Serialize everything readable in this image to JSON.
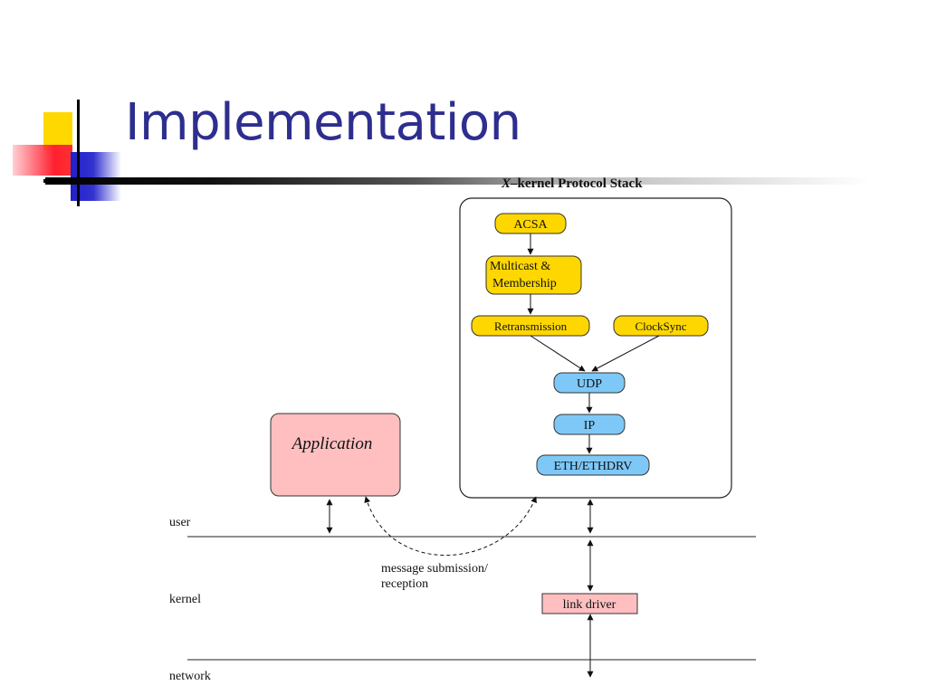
{
  "slide": {
    "title": "Implementation"
  },
  "diagram": {
    "stack_title_prefix": "X",
    "stack_title_rest": "–kernel Protocol Stack",
    "nodes": {
      "acsa": "ACSA",
      "multicast_line1": "Multicast &",
      "multicast_line2": "Membership",
      "retransmission": "Retransmission",
      "clocksync": "ClockSync",
      "udp": "UDP",
      "ip": "IP",
      "eth": "ETH/ETHDRV",
      "application": "Application",
      "link_driver": "link driver"
    },
    "layers": {
      "user": "user",
      "kernel": "kernel",
      "network": "network"
    },
    "annotation_line1": "message submission/",
    "annotation_line2": "reception"
  },
  "colors": {
    "title": "#2e2e8f",
    "yellow_node": "#ffd700",
    "blue_node": "#7ec8f8",
    "pink_node": "#ffbfc0"
  }
}
